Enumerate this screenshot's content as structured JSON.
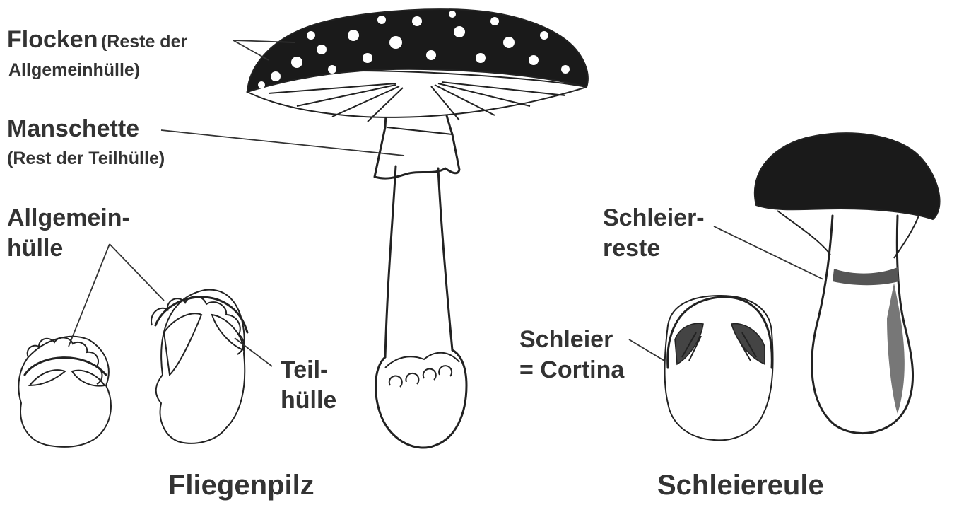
{
  "colors": {
    "ink": "#222222",
    "text": "#333333",
    "cap_fill": "#1a1a1a",
    "background": "#ffffff"
  },
  "labels": {
    "flocken": "Flocken",
    "flocken_note_1": "(Reste der",
    "flocken_note_2": "Allgemeinhülle)",
    "manschette": "Manschette",
    "manschette_note": "(Rest der Teilhülle)",
    "allgemein_1": "Allgemein-",
    "allgemein_2": "hülle",
    "teil_1": "Teil-",
    "teil_2": "hülle",
    "schleierreste_1": "Schleier-",
    "schleierreste_2": "reste",
    "schleier_1": "Schleier",
    "schleier_2": "= Cortina"
  },
  "captions": {
    "left": "Fliegenpilz",
    "right": "Schleiereule"
  }
}
